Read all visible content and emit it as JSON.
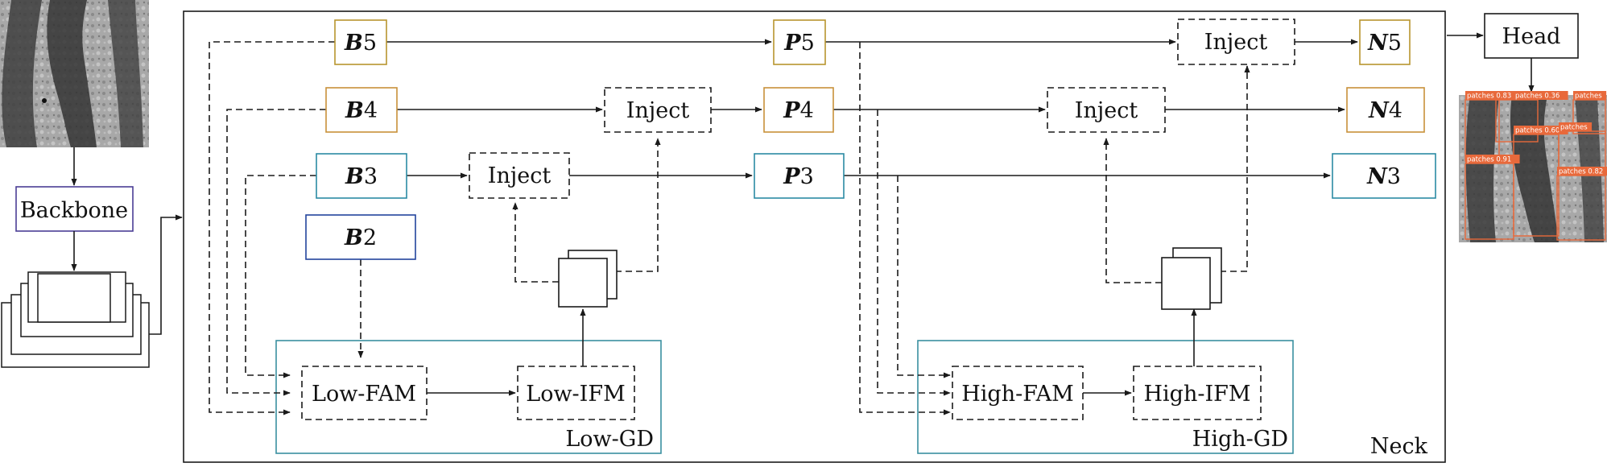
{
  "colors": {
    "b5": "#b8952e",
    "b4": "#c8913a",
    "b3": "#2b8aa3",
    "b2": "#22449c",
    "backbone": "#4a3d95",
    "gd": "#3a8fa0",
    "detection": "#e8693b",
    "line": "#1a1a1a"
  },
  "input_image": {
    "icon": "grayscale-patch-texture-image"
  },
  "output_image": {
    "icon": "detection-result-image",
    "detections": [
      "patches 0.83",
      "patches 0.36",
      "patches",
      "patches 0.60",
      "patches",
      "patches 0.91",
      "patches 0.82"
    ]
  },
  "backbone": {
    "label": "Backbone"
  },
  "head": {
    "label": "Head"
  },
  "neck": {
    "label": "Neck"
  },
  "backbone_stack": {
    "icon": "feature-pyramid-stack-icon"
  },
  "b_nodes": [
    {
      "letter": "B",
      "num": "5"
    },
    {
      "letter": "B",
      "num": "4"
    },
    {
      "letter": "B",
      "num": "3"
    },
    {
      "letter": "B",
      "num": "2"
    }
  ],
  "p_nodes": [
    {
      "letter": "P",
      "num": "5"
    },
    {
      "letter": "P",
      "num": "4"
    },
    {
      "letter": "P",
      "num": "3"
    }
  ],
  "n_nodes": [
    {
      "letter": "N",
      "num": "5"
    },
    {
      "letter": "N",
      "num": "4"
    },
    {
      "letter": "N",
      "num": "3"
    }
  ],
  "inject_label": "Inject",
  "low_gd": {
    "label": "Low-GD",
    "fam": "Low-FAM",
    "ifm": "Low-IFM"
  },
  "high_gd": {
    "label": "High-GD",
    "fam": "High-FAM",
    "ifm": "High-IFM"
  }
}
